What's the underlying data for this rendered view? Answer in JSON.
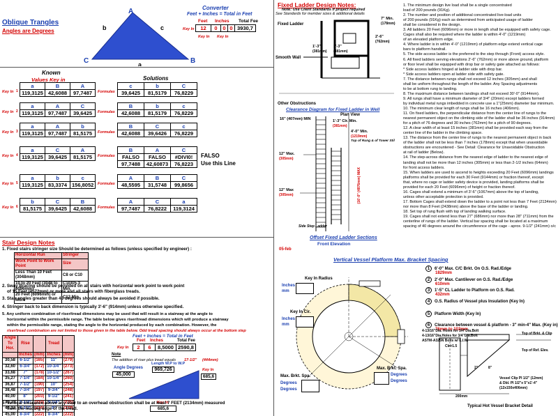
{
  "oblique": {
    "title": "Oblique Trangles",
    "subtitle": "Angles are Degrees",
    "tri_labels": {
      "A": "A",
      "B": "B",
      "C": "C",
      "a": "a",
      "b": "b",
      "c": "c"
    }
  },
  "converter": {
    "title": "Converter",
    "formula": "Feet + Inches = Total in Feet",
    "headers": [
      "Feet",
      "Inches",
      "Total Fee"
    ],
    "key_label": "Key In",
    "feet": "12",
    "inches": "0",
    "frac1": "0",
    "frac2": "0",
    "total": "3930,7",
    "footer": [
      "Key In",
      "Key In"
    ]
  },
  "known_solutions": {
    "known": "Known",
    "values_key_in": "Values Key in",
    "solutions": "Solutions",
    "key_in_label": "Key In",
    "formulas_label": "Formulas",
    "rows": [
      {
        "h1": [
          "a",
          "B",
          "A"
        ],
        "v1": [
          "119,3125",
          "42,6088",
          "97,7487"
        ],
        "h2": [
          "c",
          "b",
          "C"
        ],
        "v2": [
          "39,6425",
          "81,5179",
          "76,8229"
        ],
        "num": "1"
      },
      {
        "h1": [
          "a",
          "A",
          "C"
        ],
        "v1": [
          "119,3125",
          "97,7487",
          "39,6425"
        ],
        "h2": [
          "B",
          "b",
          "c"
        ],
        "v2": [
          "42,6088",
          "81,5179",
          "76,8229"
        ],
        "num": "2"
      },
      {
        "h1": [
          "a",
          "A",
          "b"
        ],
        "v1": [
          "119,3125",
          "97,7487",
          "81,5175"
        ],
        "h2": [
          "B",
          "C",
          "c"
        ],
        "v2": [
          "42,6088",
          "39,6426",
          "76,8229"
        ],
        "num": "3"
      },
      {
        "h1": [
          "a",
          "C",
          "A"
        ],
        "v1": [
          "119,3125",
          "39,6425",
          "81,5175"
        ],
        "h2": [
          "B",
          "A",
          "C"
        ],
        "v2": [
          "FALSO",
          "FALSO",
          "#DIVI0!"
        ],
        "v3": [
          "97,7488",
          "42,60873",
          "76,8223"
        ],
        "num": "4",
        "falso": "FALSO",
        "use": "Use this Line"
      },
      {
        "h1": [
          "a",
          "b",
          "c"
        ],
        "v1": [
          "119,3125",
          "83,3374",
          "156,8052"
        ],
        "h2": [
          "A",
          "B",
          "C"
        ],
        "v2": [
          "48,5595",
          "31,5748",
          "99,8656"
        ],
        "num": "5"
      },
      {
        "h1": [
          "b",
          "C",
          "B"
        ],
        "v1": [
          "81,5175",
          "39,6425",
          "42,6088"
        ],
        "h2": [
          "A",
          "C",
          "a"
        ],
        "v2": [
          "97,7487",
          "76,8222",
          "119,3124"
        ],
        "num": "6"
      }
    ]
  },
  "fixed_ladder": {
    "title": "Fixed Ladder Design Notes:",
    "note1": "Note: Use Client Standards if project required",
    "note2": "See Standards for member sizes & additional details",
    "fixed_ladder": "Fixed Ladder",
    "smooth_wall": "Smooth Wall",
    "other_obs": "Other Obstructions",
    "clearance": "Clearance Diagram for Fixed Ladder in Well",
    "plan_view": "Plan View",
    "dims": [
      "16\" (407mm) MIN",
      "1'-3\" Clr. Min.",
      "(381mm)",
      "4'-0\" Min.",
      "(1219mm)",
      "12\" Max.",
      "(305mm)",
      "12\" Max",
      "(305mm)",
      "Top of Rung & of Tower Stil",
      "Side Step Ladder",
      "(16'-0\" (4876mm) MAX",
      "1'-3\"",
      "(381mm)",
      "1'-3\"",
      "(381mm)",
      "2'-6\"",
      "(762mm)",
      "7\" Min.",
      "(178mm)"
    ],
    "offset_title": "Offset Fixed Ladder Sections",
    "front_elev": "Front Elevation",
    "date": "05-feb"
  },
  "ladder_notes": [
    "1. The minimum design live load shall be a single concentrated",
    "   load of 200 pounds (91Kg).",
    "2. The number and position of additional concentrated live-load units",
    "   of 200 pounds (91Kg) each as determined from anticipated usage of ladder",
    "   shall be considered in the design.",
    "3. All ladders 20 Feet (6096mm) or more in length shall be equipped with safety cage.",
    "   Cages shall also be required where the ladder is within 4'-0\" (1219mm)",
    "   of an elevated platform edge.",
    "4. Where ladder is in within 4'-0\" (1219mm) of platform edge extend vertical cage",
    "   bars to platform handrail.",
    "5. The side access ladder is the preferred to the step through (Front) access style.",
    "6. All fixed ladders serving elevations 2'-6\" (762mm) or more above ground, platform",
    "   or floor level shall be equipped with drop bar or safety gate attached as follows:",
    "   * Side access ladders hinged at ladder side with drop bar.",
    "   * Side access ladders open at ladder side with safety gate.",
    "7. The distance between rungs shall not exceed 12 inches (305mm) and shall",
    "   shall be uniform throughout the length of the ladder. Any Spacing adjustments",
    "   to be at bottom rung to landing.",
    "8. The maximum distance between landings shall not exceed 30'-0\" (9144mm).",
    "9. All rungs shall have a minimum diameter of 3/4\" (20mm) except ladders formed",
    "   by individual metal rungs imbedded in concrete use a 1\"(25mm) diameter bar minimum.",
    "10. The minimum clear length of rungs shall be 16 inches (406mm).",
    "11. On fixed ladders, the perpendicular distance from the center line of rungs to the",
    "   nearest permanent object on the climbing side of the ladder shall be 36 inches (914mm)",
    "   for a pitch of 76 degrees and 30 inches (762mm) for a pitch of 90 degrees.",
    "12. A clear width of at least 15 inches (381mm) shall be provided each way from the",
    "   center line of the ladder in the climbing space.",
    "13. The distance from the center line of rungs to the nearest permanent object in back",
    "   of the ladder shall not be less than 7 inches (178mm) except that when unavoidable",
    "   obstructions are encountered - See Detail: Clearance for Unavoidable Obstruction",
    "   at rail of ladder (Below).",
    "14. The step-across distance from the nearest edge of ladder to the nearest edge of",
    "   landing shall not be more than 12 inches (305mm) or less than 2-1/2 inches (64mm)",
    "   for front access ladders.",
    "15. When ladders are used to ascend to heights exceeding 20 Feet (6096mm) landings",
    "   platforms shall be provided for each 30 Feet (9144mm) or fraction thereof, except",
    "   that, where no cage or ladder safety device is provided, landing platforms shall be",
    "   provided for each 20 Feet (6096mm) of height or fraction thereof.",
    "16. Cages shall extend a minimum of 3'-6\" (1067mm) above the top of landing,",
    "   unless other acceptable protection is provided.",
    "17. Bottom Cages shall extend down the ladder to a point not less than 7 Feet (2134mm)",
    "   nor more than 8 Feet (2438mm) above the base of the ladder or landing.",
    "18. Set top of rung flush with top of landing walking surface.",
    "19. Cages shall not extend less than 27\" (686mm) nor more than 28\" (711mm) from the",
    "   centerline of rungs of the ladder. Vertical bar spacing shall be located at a maximum",
    "   spacing of 40 degrees around the circumference of the cage - aprox. 9-1/2\" (241mm) o/c"
  ],
  "stair": {
    "title": "Stair Design Notes",
    "n1": "1. Fixed stairs stringer size Should be determined as follows (unless specified by engineer) :",
    "tbl_head": [
      "Horizontal Run",
      "Stringer"
    ],
    "tbl_head2": [
      "Work Point to Work Point",
      "Size"
    ],
    "tbl_rows": [
      [
        "Less Than 10 Feet (3048mm)",
        "C8 or C10"
      ],
      [
        "10 to 20 Feet (3048 to 6096mm)",
        "C10XI5.3 Min."
      ],
      [
        "20 Feet (6096mm) or More",
        "C12 Min."
      ]
    ],
    "n2": "2. Sway Bracing should be provided on all stairs with horizontal work point to work point",
    "n2b": "of 15 Feet (4572mm) or more and all stairs with fiberglass treads.",
    "n3": "3. Stair angles greater than 45 degrees should always be avoided if possible.",
    "n4": "4. Stringer back to back dimension is typically 3'-6\" (914mm) unless otherwise specified.",
    "n5": "5. Any uniform combination of riser/tread dimensions may be used that will result in a stairway at the angle to",
    "n5b": "horizontal within the permissible range. The table below gives riser/tread dimensions which will produce a stairway",
    "n5c": "within the permissible range, stating the angle to the horizontal produced by each combination. However, the",
    "n5d": "riser/tread combination are not limited to those given in the table below.   Odd tread spacing should always occur at the bottom step",
    "n6": "6. Vertical clearance above any stair to an overhead obstruction shall be at least 7 FEET (2134mm) measured",
    "n6b": "from the leading edge of the tread."
  },
  "riser_table": {
    "headers": [
      "Angle To Hor.",
      "Rise",
      "",
      "Tread",
      ""
    ],
    "sub": [
      "",
      "Inches",
      "(mm)",
      "Inches",
      "(mm)"
    ],
    "rows": [
      [
        "30,58",
        "6-1/2\"",
        "(165)",
        "11\"",
        "(279)"
      ],
      [
        "32,60",
        "6-3/4\"",
        "(172)",
        "10-3/4\"",
        "(273)"
      ],
      [
        "33,68",
        "7\"",
        "(178)",
        "10-1/2\"",
        "(267)"
      ],
      [
        "35,27",
        "7-1/4\"",
        "(184)",
        "10-1/4\"",
        "(260)"
      ],
      [
        "36,87",
        "7-1/2\"",
        "(190)",
        "10\"",
        "(254)"
      ],
      [
        "38,48",
        "7-3/4\"",
        "(197)",
        "9-3/4\"",
        "(248)"
      ],
      [
        "40,00",
        "8\"",
        "(203)",
        "9-1/2\"",
        "(241)"
      ],
      [
        "41,73",
        "8-1/4\"",
        "(210)",
        "9-1/4\"",
        "(235)"
      ],
      [
        "43,37",
        "8-1/2\"",
        "(216)",
        "9\"",
        "(229)"
      ],
      [
        "45,00",
        "8-3/4\"",
        "(222)",
        "8-3/4\"",
        "(222)"
      ],
      [
        "46,63",
        "9\"",
        "(229)",
        "8-1/2\"",
        "(216)"
      ],
      [
        "48,00",
        "9-1/4\"",
        "(235)",
        "8-1/4\"",
        "(210)"
      ],
      [
        "49,90",
        "9-1/2\"",
        "(241)",
        "8\"",
        "(203)"
      ]
    ]
  },
  "stair_calc": {
    "formula": "Feet + Inches = Total in Feet",
    "headers": [
      "Feet",
      "Inches",
      "Total Fee"
    ],
    "vals": [
      "2",
      "6",
      "8,5000",
      "2590,8"
    ],
    "key_in": "Key In",
    "note": "Note",
    "note_text": "The addition of riser plus tread equals",
    "note_val": "17-1/2\"",
    "note_mm": "(444mm)",
    "angle_label": "Angle Degrees",
    "angle_val": "45,000",
    "length_label": "Length W.P to W.P",
    "length_val": "969,726",
    "keyin_h": "Key In",
    "keyin_h_val": "685,6",
    "keyin_b": "Key In",
    "keyin_b_val": "685,6"
  },
  "vessel": {
    "title": "Vertical Vessel Platform Max. Bracket Spacing",
    "legend": [
      {
        "n": "1",
        "t": "6'-0\" Max. C/C Brkt. On O.S. Rad./Edge",
        "s": "1829mm"
      },
      {
        "n": "2",
        "t": "2'-0\" Max. Cantilever on O.S. Rad./Edge",
        "s": "610mm"
      },
      {
        "n": "3",
        "t": "1'-5\" CL Ladder to Platform on O.S. Rad.",
        "s": "432mm"
      },
      {
        "n": "4",
        "t": "O.S. Radius of Vessel plus Insulation (Key In)",
        "s": ""
      },
      {
        "n": "5",
        "t": "Platform Width (Key In)",
        "s": ""
      },
      {
        "n": "6",
        "t": "Clearance between vessel & platform - 3\" min-4\" Max. (Key in)",
        "s": "76mm to 102mm"
      }
    ],
    "key_in_radius": "Key In Radius",
    "inches_mm": [
      "Inches",
      "mm"
    ],
    "key_in_cir": "Key In Cir.",
    "max_brkt": "Max. Brkt. Spa.",
    "degrees": "Degrees",
    "bracket_title": "Typical Hot Vessel Bracket Detail",
    "bracket_notes": [
      "4-13/16\"Dia. Holes for 3/4\"Dia.Bolt",
      "4-13/16\"Dia.Holes for 3/4\"Dia.Bolt",
      "ASTM-A325N Bolts w/ L.I.W.",
      "Top of Brkt. & Clip",
      "Top of Ref. Elev.",
      "Vessel Clip PI 1/2\" (12mm)",
      "& Dbl. PI 1/2\"x 5\"x1'-4\"",
      "(12x150x406mm)",
      "200mm",
      "Clr/r1.5",
      "2\"",
      "8\""
    ]
  }
}
